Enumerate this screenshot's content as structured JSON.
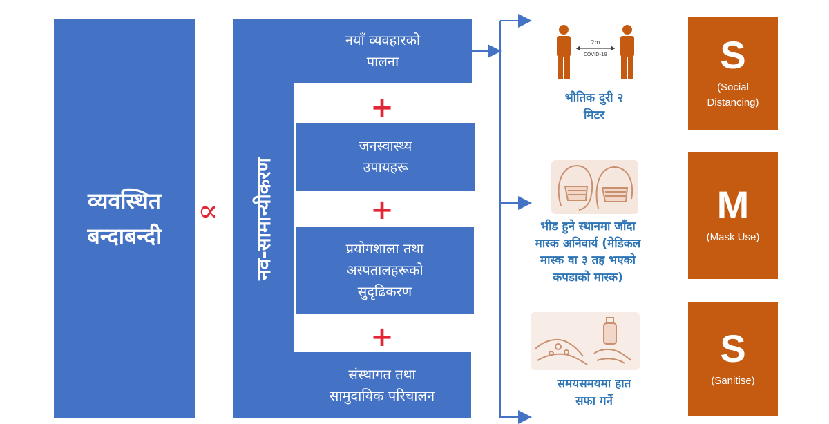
{
  "main": {
    "line1": "व्यवस्थित",
    "line2": "बन्दाबन्दी"
  },
  "proportional_symbol": "∝",
  "normalization": {
    "label": "नव-सामान्यीकरण"
  },
  "components": [
    {
      "lines": [
        "नयाँ व्यवहारको",
        "पालना"
      ]
    },
    {
      "lines": [
        "जनस्वास्थ्य",
        "उपायहरू"
      ]
    },
    {
      "lines": [
        "प्रयोगशाला तथा",
        "अस्पतालहरूको",
        "सुदृढिकरण"
      ]
    },
    {
      "lines": [
        "संस्थागत तथा",
        "सामुदायिक परिचालन"
      ]
    }
  ],
  "plus_sign": "+",
  "measures": [
    {
      "caption": [
        "भौतिक दुरी २",
        "मिटर"
      ],
      "letter": "S",
      "desc": [
        "(Social",
        "Distancing)"
      ],
      "illustration": {
        "icon": "social-distance-icon",
        "distance_label": "2m",
        "sub_label": "COVID-19"
      }
    },
    {
      "caption": [
        "भीड हुने स्थानमा जाँदा",
        "मास्क अनिवार्य (मेडिकल",
        "मास्क वा ३ तह भएको",
        "कपडाको मास्क)"
      ],
      "letter": "M",
      "desc": [
        "(Mask Use)"
      ],
      "illustration": {
        "icon": "mask-icon"
      }
    },
    {
      "caption": [
        "समयसमयमा हात",
        "सफा गर्ने"
      ],
      "letter": "S",
      "desc": [
        "(Sanitise)"
      ],
      "illustration": {
        "icon": "handwash-icon"
      }
    }
  ],
  "colors": {
    "blue": "#4472C4",
    "caption_blue": "#2E75B6",
    "orange": "#C55A11",
    "red": "#E32636",
    "person_orange": "#C55A11"
  }
}
